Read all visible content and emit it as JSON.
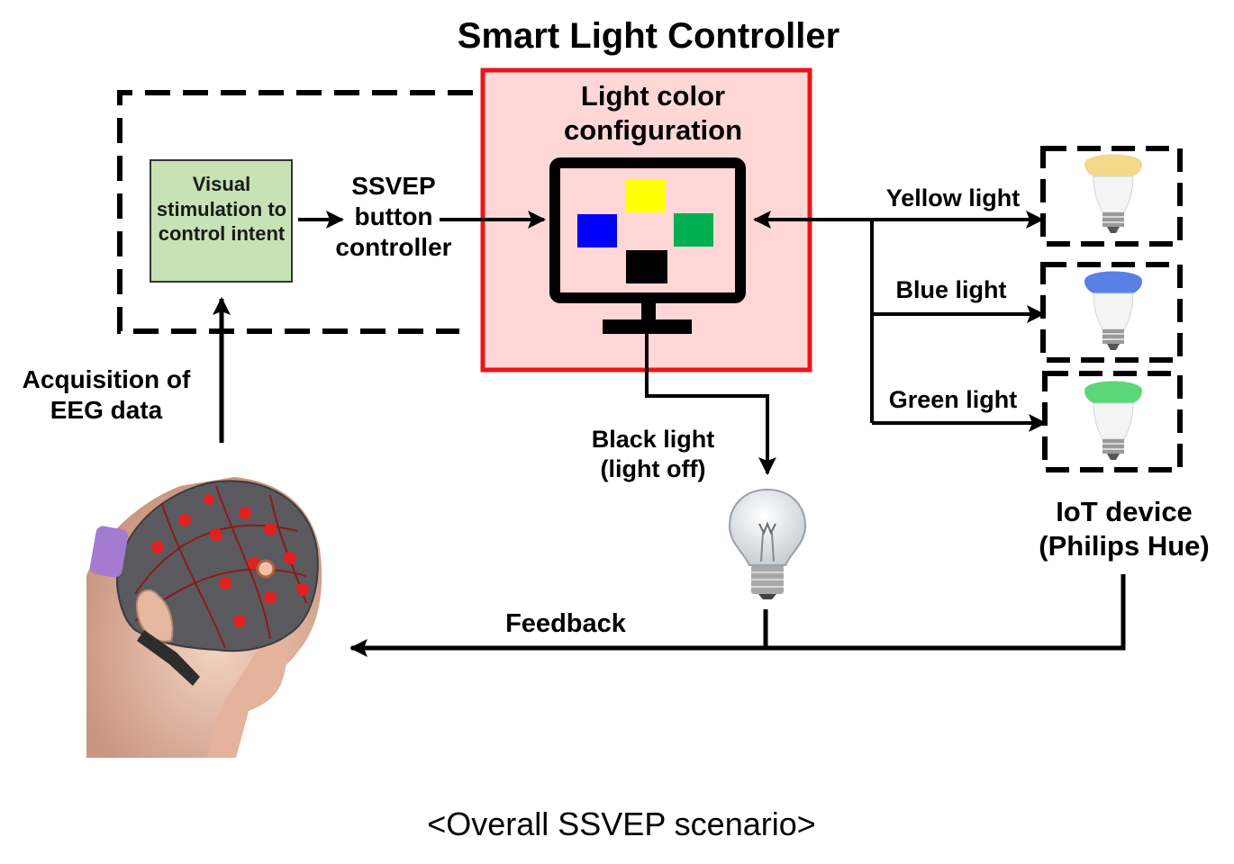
{
  "title": "Smart Light Controller",
  "controller_box": {
    "title": "Light color configuration",
    "border_color": "#e8151b",
    "fill_color": "#ffd7d7"
  },
  "stimulation_box": {
    "label": "Visual stimulation to control intent",
    "fill_color": "#c7e2b4"
  },
  "ssvep_label": "SSVEP button controller",
  "acquisition_label": "Acquisition of EEG data",
  "screen_buttons": [
    {
      "name": "yellow",
      "color": "#ffff00"
    },
    {
      "name": "blue",
      "color": "#0000ff"
    },
    {
      "name": "green",
      "color": "#00b050"
    },
    {
      "name": "black",
      "color": "#000000"
    }
  ],
  "lights": [
    {
      "label": "Yellow light",
      "color": "#f3d98a"
    },
    {
      "label": "Blue light",
      "color": "#5a7fe6"
    },
    {
      "label": "Green light",
      "color": "#5ed67a"
    }
  ],
  "black_light_label": "Black light (light off)",
  "iot_label": "IoT device (Philips Hue)",
  "feedback_label": "Feedback",
  "caption": "<Overall SSVEP scenario>",
  "icons": {
    "head": "eeg-cap-head-icon",
    "monitor": "monitor-icon",
    "bulb_off": "incandescent-bulb-icon",
    "smart_bulb": "smart-bulb-icon"
  }
}
